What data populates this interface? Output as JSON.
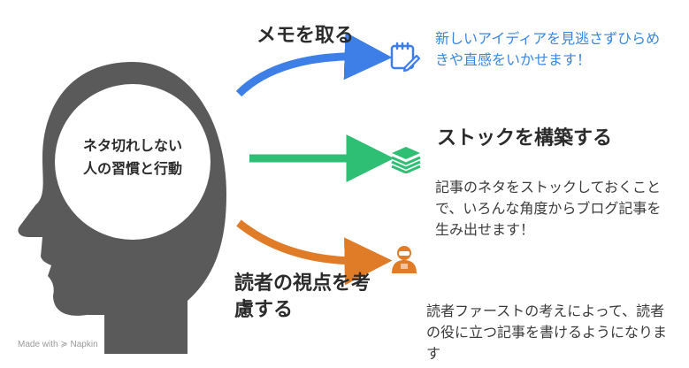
{
  "center": {
    "line1": "ネタ切れしない",
    "line2": "人の習慣と行動"
  },
  "branches": [
    {
      "label": "メモを取る",
      "description": "新しいアイディアを見逃さずひらめきや直感をいかせます！",
      "color": "#3d7fe6",
      "icon": "memo-pencil-icon"
    },
    {
      "label": "ストックを構築する",
      "description": "記事のネタをストックしておくことで、いろんな角度からブログ記事を生み出せます！",
      "color": "#2fbf74",
      "icon": "layers-stack-icon"
    },
    {
      "label": "読者の視点を考慮する",
      "description": "読者ファーストの考えによって、読者の役に立つ記事を書けるようになります",
      "color": "#e07b28",
      "icon": "person-icon"
    }
  ],
  "head_color": "#5a5a5a",
  "watermark": "Made with ≽ Napkin"
}
